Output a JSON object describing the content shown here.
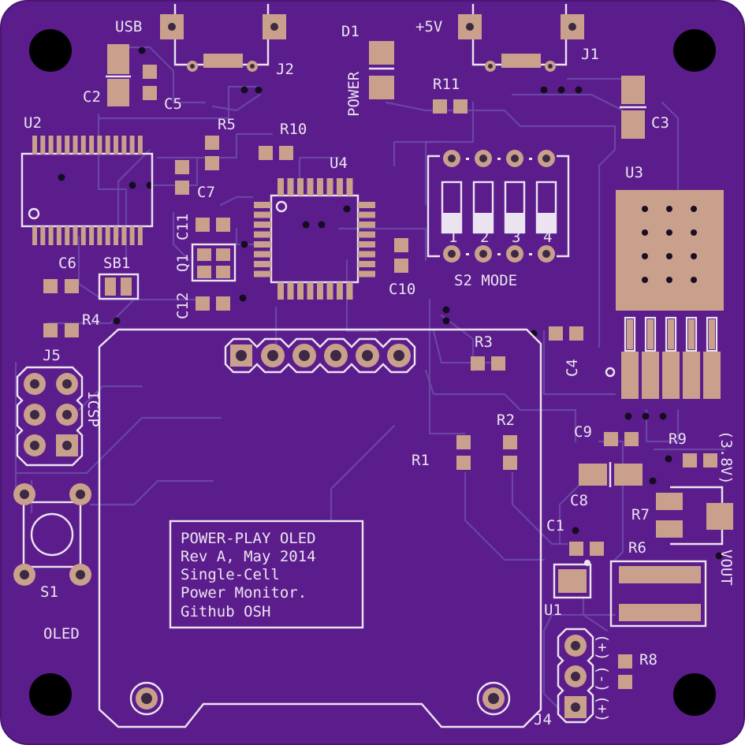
{
  "board": {
    "colors": {
      "substrate": "#5b1d8c",
      "copper": "#c8a08c",
      "silkscreen": "#ece3f0",
      "trace": "#6b4aa6"
    },
    "info_box": [
      "POWER-PLAY OLED",
      "Rev A, May 2014",
      "Single-Cell",
      "Power Monitor.",
      "Github OSH"
    ],
    "labels": {
      "usb": "USB",
      "j2": "J2",
      "d1": "D1",
      "power": "POWER",
      "plus5v": "+5V",
      "j1": "J1",
      "c2": "C2",
      "c5": "C5",
      "r11": "R11",
      "c3": "C3",
      "u2": "U2",
      "r5": "R5",
      "r10": "R10",
      "u4": "U4",
      "u3": "U3",
      "c7": "C7",
      "c11": "C11",
      "q1": "Q1",
      "c12": "C12",
      "c6": "C6",
      "sb1": "SB1",
      "r4": "R4",
      "c10": "C10",
      "s2_mode": "S2 MODE",
      "j5": "J5",
      "icsp": "ICSP",
      "r3": "R3",
      "c4": "C4",
      "r2": "R2",
      "r1": "R1",
      "c9": "C9",
      "r9": "R9",
      "vout_38": "(3.8V)",
      "c8": "C8",
      "r7": "R7",
      "vout": "VOUT",
      "c1": "C1",
      "r6": "R6",
      "u1": "U1",
      "s1": "S1",
      "oled": "OLED",
      "j4_plus": "(+)",
      "j4_minus": "(-)",
      "j4_plus2": "(+)",
      "r8": "R8",
      "j4": "J4"
    },
    "dip_switch_numbers": [
      "1",
      "2",
      "3",
      "4"
    ]
  }
}
